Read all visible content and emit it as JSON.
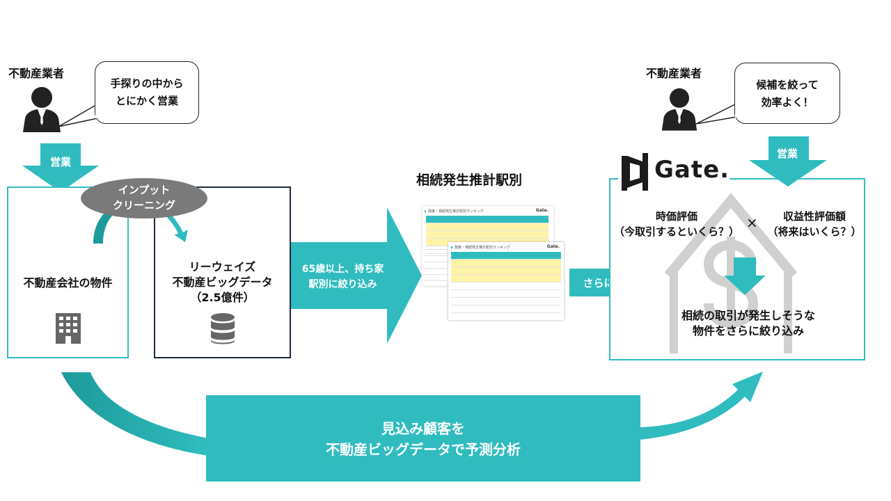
{
  "left_actor": {
    "role": "不動産業者",
    "speech_line1": "手探りの中から",
    "speech_line2": "とにかく営業",
    "arrow_label": "営業"
  },
  "right_actor": {
    "role": "不動産業者",
    "speech_line1": "候補を絞って",
    "speech_line2": "効率よく！",
    "arrow_label": "営業"
  },
  "source_box": {
    "label": "不動産会社の物件",
    "icon": "building-icon"
  },
  "cleansing_pill": {
    "line1": "インプット",
    "line2": "クリーニング"
  },
  "bigdata_box": {
    "line1": "リーウェイズ",
    "line2": "不動産ビッグデータ",
    "line3": "（2.5億件）",
    "icon": "database-icon"
  },
  "filter_arrow": {
    "line1": "65歳以上、持ち家",
    "line2": "駅別に絞り込み"
  },
  "ranking": {
    "title": "相続発生推計駅別",
    "sheet_title": "関東・相続発生推計駅別ランキング",
    "sheet_logo": "Gate."
  },
  "further_arrow": {
    "label": "さらに"
  },
  "gate_box": {
    "logo_text": "Gate.",
    "left_metric_line1": "時価評価",
    "left_metric_line2": "（今取引するといくら？）",
    "times_sign": "×",
    "right_metric_line1": "収益性評価額",
    "right_metric_line2": "（将来はいくら？）",
    "result_line1": "相続の取引が発生しそうな",
    "result_line2": "物件をさらに絞り込み"
  },
  "bottom_banner": {
    "line1": "見込み顧客を",
    "line2": "不動産ビッグデータで予測分析"
  },
  "colors": {
    "teal": "#30bcbf",
    "dark_teal": "#1e9a9a",
    "pill_gray": "#7a7a7a",
    "navy": "#1b2a3a",
    "icon_gray": "#666666"
  }
}
